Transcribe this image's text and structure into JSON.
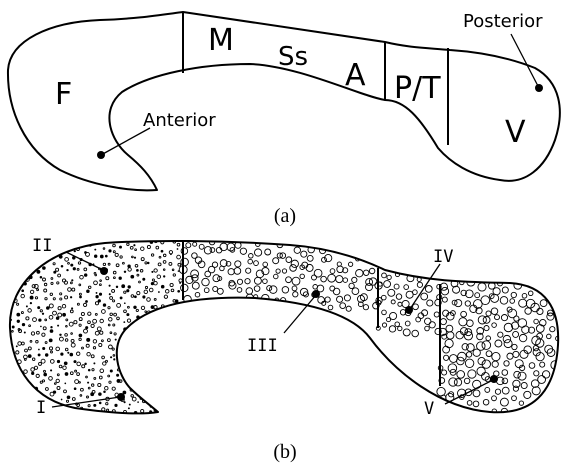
{
  "panel_a": {
    "regions": {
      "F": "F",
      "M": "M",
      "Ss": "Ss",
      "A": "A",
      "PT": "P/T",
      "V": "V"
    },
    "labels": {
      "anterior": "Anterior",
      "posterior": "Posterior"
    },
    "caption": "(a)"
  },
  "panel_b": {
    "zones": {
      "I": "I",
      "II": "II",
      "III": "III",
      "IV": "IV",
      "V": "V"
    },
    "caption": "(b)"
  }
}
